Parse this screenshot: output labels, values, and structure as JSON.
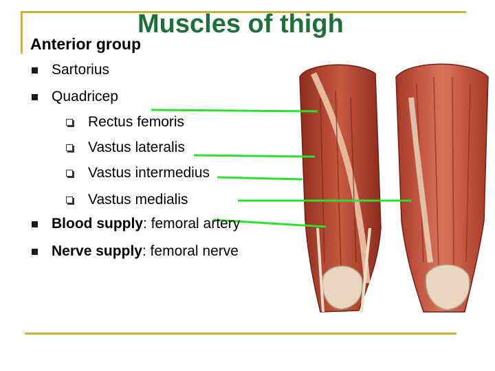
{
  "slide": {
    "title": "Muscles of thigh",
    "subtitle": "Anterior group",
    "items": {
      "sartorius": "Sartorius",
      "quadricep": "Quadricep",
      "rectus_femoris": "Rectus femoris",
      "vastus_lateralis": "Vastus lateralis",
      "vastus_intermedius": "Vastus intermedius",
      "vastus_medialis": "Vastus medialis",
      "blood_label": "Blood supply",
      "blood_value": ": femoral artery",
      "nerve_label": "Nerve supply",
      "nerve_value": ": femoral nerve"
    }
  },
  "colors": {
    "title": "#1f6f3a",
    "frame": "#c8b43a",
    "pointer": "#2ee02e",
    "muscle": "#b5452f"
  },
  "illustration": {
    "icon": "thigh-muscle-anatomy-icon"
  }
}
